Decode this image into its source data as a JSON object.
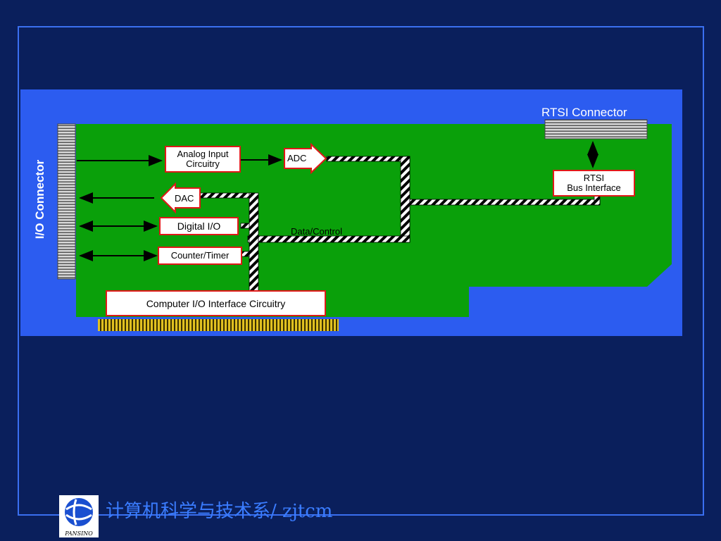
{
  "diagram": {
    "rtsi_connector_label": "RTSI Connector",
    "io_connector_label": "I/O Connector",
    "analog_input_label": "Analog Input\nCircuitry",
    "adc_label": "ADC",
    "dac_label": "DAC",
    "digital_io_label": "Digital I/O",
    "counter_timer_label": "Counter/Timer",
    "rtsi_bus_label": "RTSI\nBus Interface",
    "data_control_label": "Data/Control",
    "computer_io_label": "Computer I/O Interface Circuitry"
  },
  "footer": {
    "text": "计算机科学与技术系/ zjtcm",
    "logo_text": "PANSINO"
  },
  "colors": {
    "background": "#0a1f5c",
    "frame": "#3a6ff0",
    "panel": "#2c5cf0",
    "board": "#0aa00a",
    "box_border": "#e01818"
  }
}
